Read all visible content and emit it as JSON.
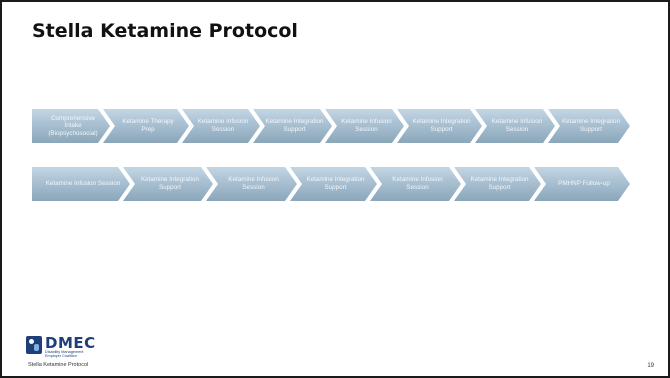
{
  "title": "Stella Ketamine Protocol",
  "row1": [
    "Comprehensive Intake (Biopsychosocial)",
    "Ketamine Therapy Prep",
    "Ketamine Infusion Session",
    "Ketamine Integration Support",
    "Ketamine Infusion Session",
    "Ketamine Integration Support",
    "Ketamine Infusion Session",
    "Ketamine Integration Support"
  ],
  "row2": [
    "Ketamine Infusion Session",
    "Ketamine Integration Support",
    "Ketamine Infusion Session",
    "Ketamine Integration Support",
    "Ketamine Infusion Session",
    "Ketamine Integration Support",
    "PMHNP Follow-up"
  ],
  "logo": {
    "name": "DMEC",
    "sub1": "Disability Management",
    "sub2": "Employer Coalition",
    "icon": "dmec-logo-icon"
  },
  "footer_label": "Stella Ketamine Protocol",
  "page_number": "19",
  "colors": {
    "chevron_top": "#c4d6e4",
    "chevron_bottom": "#8ba6ba",
    "logo_blue": "#1e3f7a"
  }
}
